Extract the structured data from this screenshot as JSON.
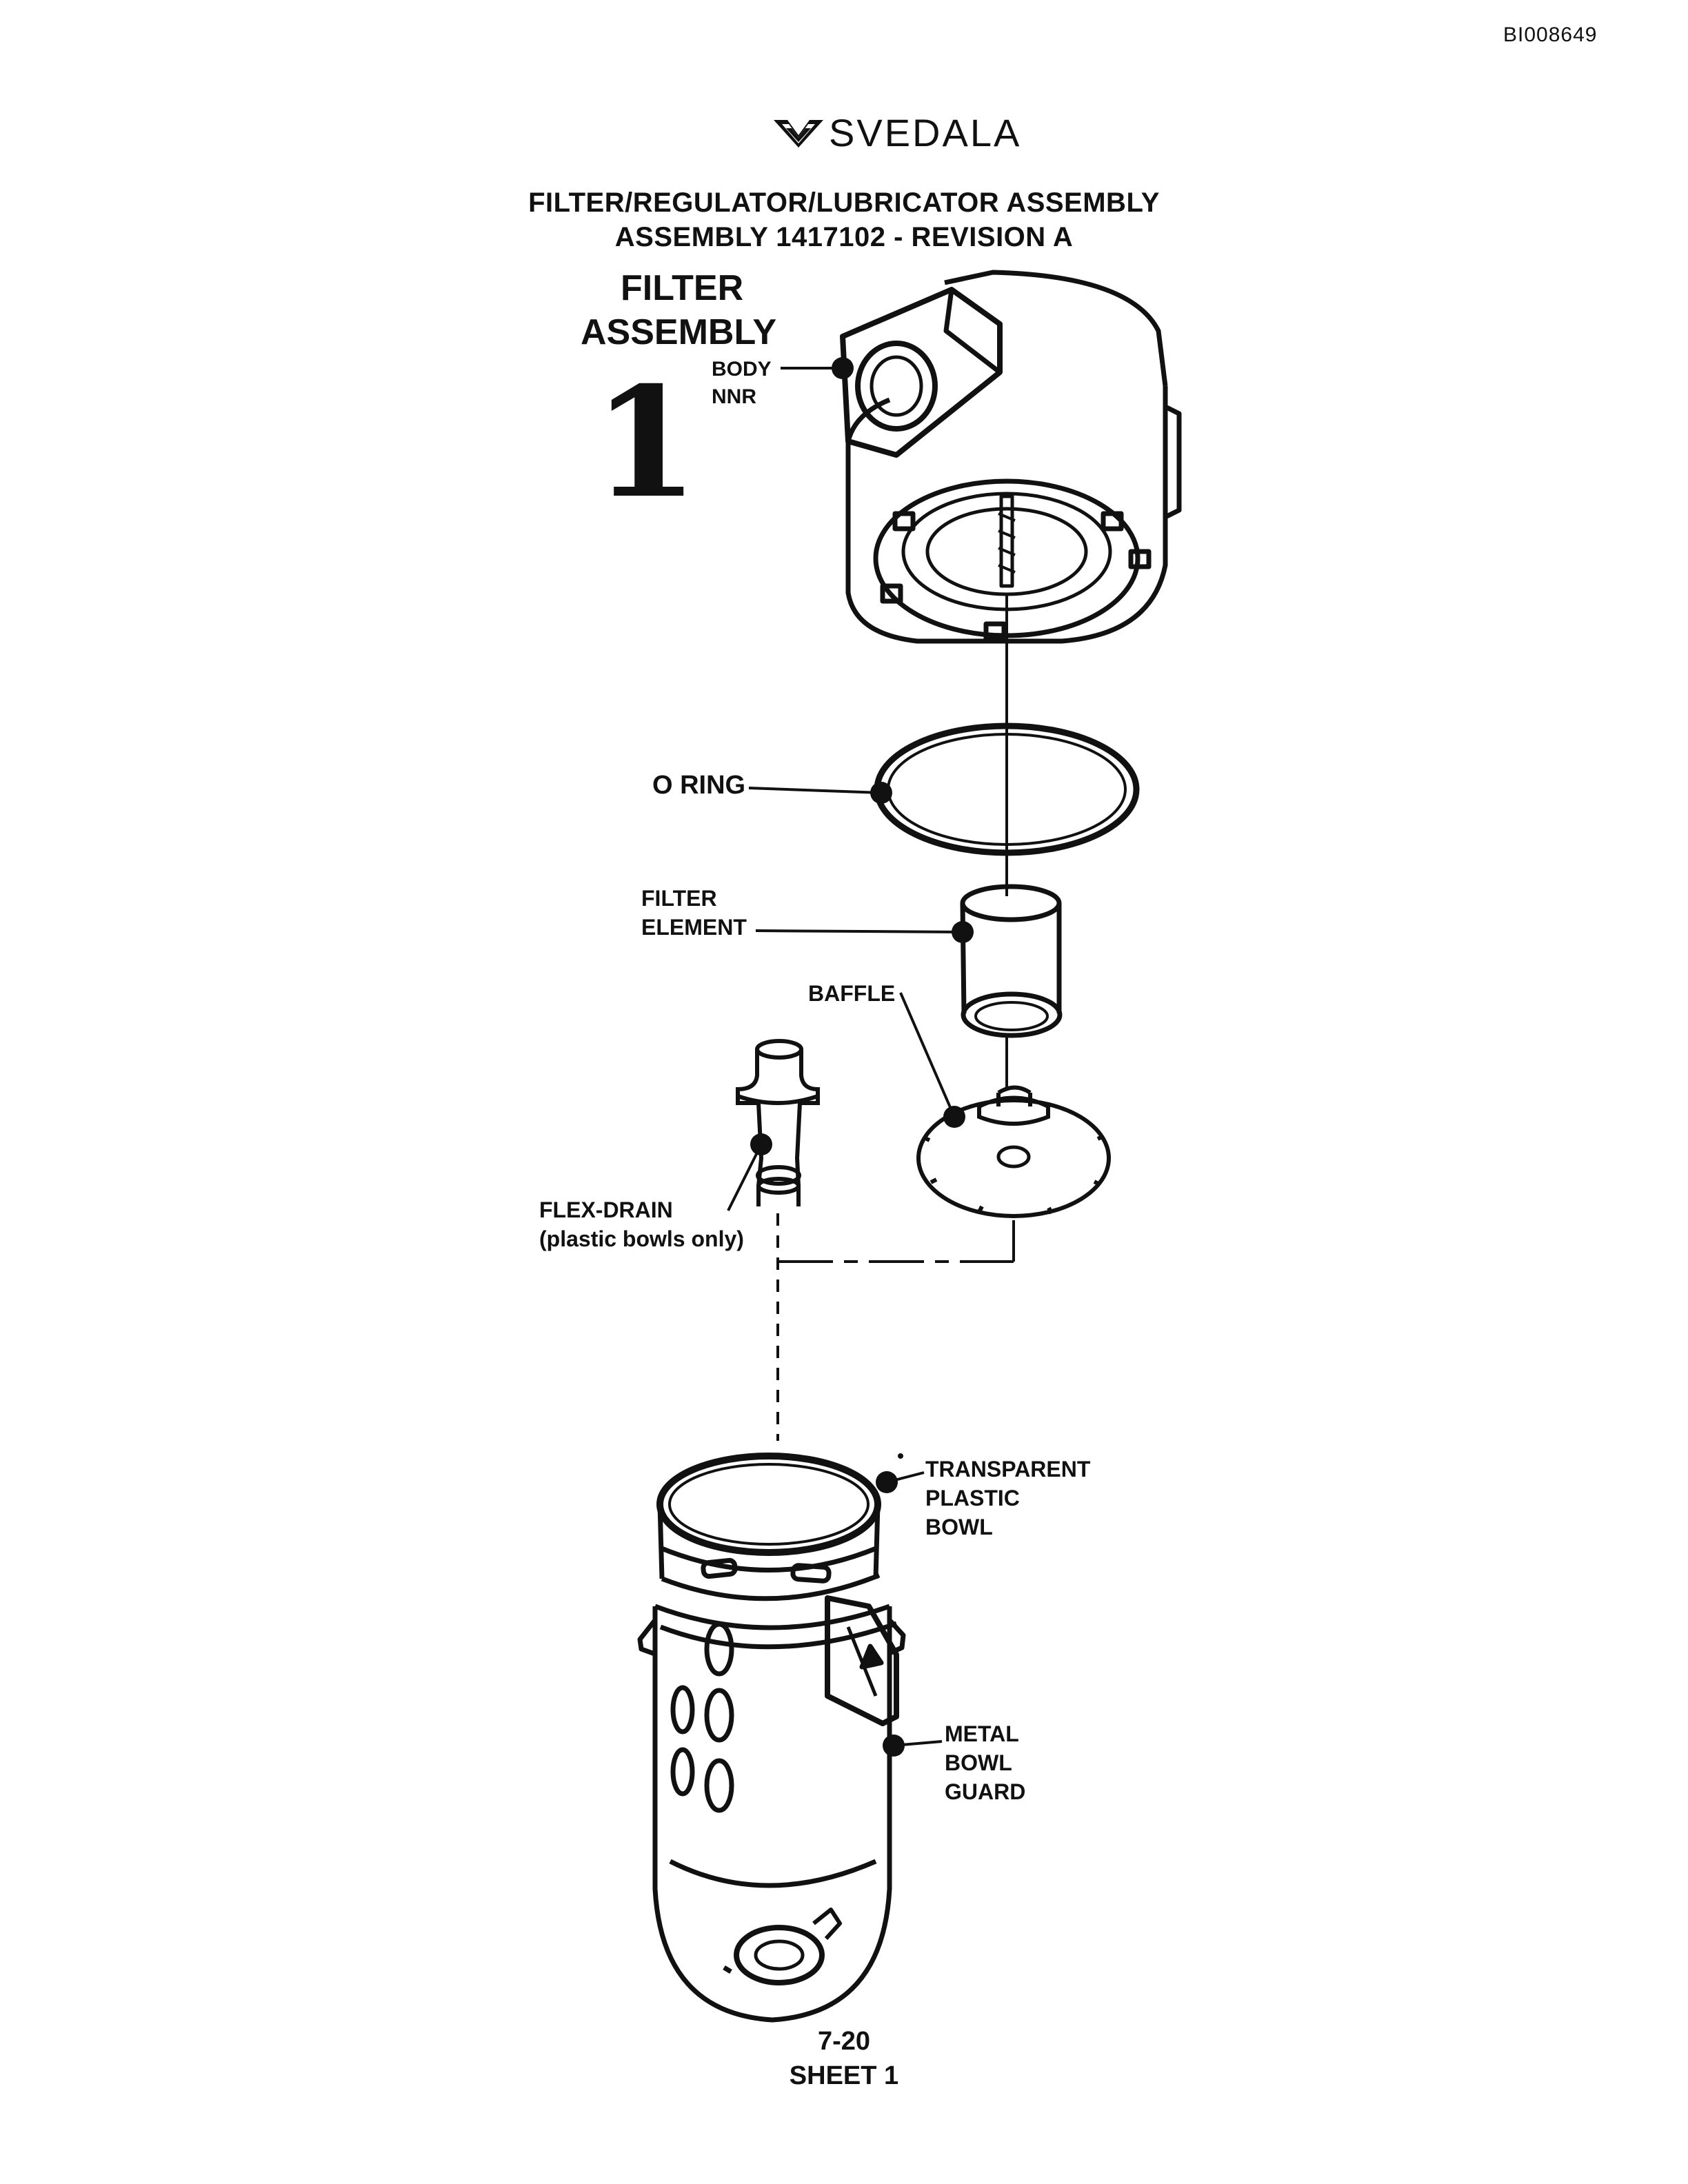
{
  "doc_id": "BI008649",
  "logo": {
    "text": "SVEDALA",
    "icon": "svedala-chevron-logo"
  },
  "title": {
    "line1": "FILTER/REGULATOR/LUBRICATOR ASSEMBLY",
    "line2": "ASSEMBLY 1417102 - REVISION A"
  },
  "section": {
    "line1": "FILTER",
    "line2": "ASSEMBLY",
    "number": "1"
  },
  "labels": {
    "body": [
      "BODY",
      "NNR"
    ],
    "o_ring": "O RING",
    "filter_element": [
      "FILTER",
      "ELEMENT"
    ],
    "baffle": "BAFFLE",
    "flex_drain": [
      "FLEX-DRAIN",
      "(plastic bowls only)"
    ],
    "bowl": [
      "TRANSPARENT",
      "PLASTIC",
      "BOWL"
    ],
    "guard": [
      "METAL",
      "BOWL",
      "GUARD"
    ]
  },
  "footer": {
    "page": "7-20",
    "sheet": "SHEET 1"
  }
}
